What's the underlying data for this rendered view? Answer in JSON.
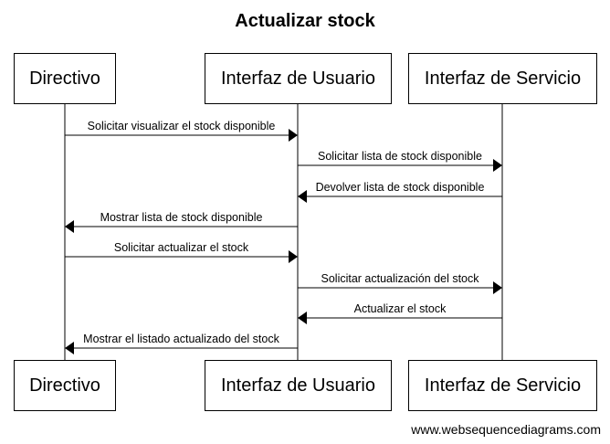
{
  "title": "Actualizar stock",
  "participants": [
    {
      "id": "directivo",
      "label": "Directivo"
    },
    {
      "id": "ui",
      "label": "Interfaz de Usuario"
    },
    {
      "id": "servicio",
      "label": "Interfaz de Servicio"
    }
  ],
  "messages": [
    {
      "from": 0,
      "to": 1,
      "label": "Solicitar visualizar el stock disponible"
    },
    {
      "from": 1,
      "to": 2,
      "label": "Solicitar lista de stock disponible"
    },
    {
      "from": 2,
      "to": 1,
      "label": "Devolver lista de stock disponible"
    },
    {
      "from": 1,
      "to": 0,
      "label": "Mostrar lista de stock disponible"
    },
    {
      "from": 0,
      "to": 1,
      "label": "Solicitar actualizar el stock"
    },
    {
      "from": 1,
      "to": 2,
      "label": "Solicitar actualización del stock"
    },
    {
      "from": 2,
      "to": 1,
      "label": "Actualizar el stock"
    },
    {
      "from": 1,
      "to": 0,
      "label": "Mostrar el listado actualizado del stock"
    }
  ],
  "watermark": "www.websequencediagrams.com"
}
